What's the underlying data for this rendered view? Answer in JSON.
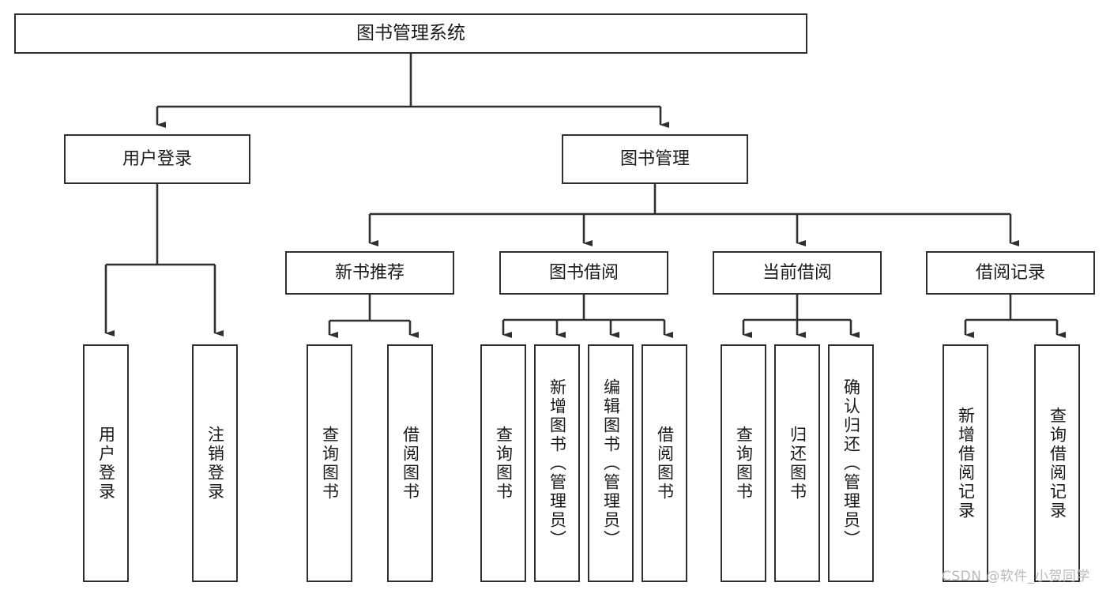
{
  "diagram": {
    "type": "tree",
    "title": "图书管理系统",
    "orientation": "top-down",
    "colors": {
      "background": "#ffffff",
      "node_border": "#2f2f2f",
      "node_fill": "#ffffff",
      "connector": "#2f2f2f",
      "text": "#1a1a1a",
      "watermark": "#b9b9b9"
    },
    "root": {
      "label": "图书管理系统"
    },
    "level2": [
      {
        "label": "用户登录"
      },
      {
        "label": "图书管理"
      }
    ],
    "level3": [
      {
        "label": "新书推荐"
      },
      {
        "label": "图书借阅"
      },
      {
        "label": "当前借阅"
      },
      {
        "label": "借阅记录"
      }
    ],
    "leaves_user_login": [
      {
        "label": "用户登录"
      },
      {
        "label": "注销登录"
      }
    ],
    "leaves_new_book": [
      {
        "label": "查询图书"
      },
      {
        "label": "借阅图书"
      }
    ],
    "leaves_borrow": [
      {
        "label": "查询图书"
      },
      {
        "label": "新增图书（管理员）"
      },
      {
        "label": "编辑图书（管理员）"
      },
      {
        "label": "借阅图书"
      }
    ],
    "leaves_current": [
      {
        "label": "查询图书"
      },
      {
        "label": "归还图书"
      },
      {
        "label": "确认归还（管理员）"
      }
    ],
    "leaves_records": [
      {
        "label": "新增借阅记录"
      },
      {
        "label": "查询借阅记录"
      }
    ]
  },
  "watermark": {
    "text": "CSDN @软件_小贺同学"
  }
}
